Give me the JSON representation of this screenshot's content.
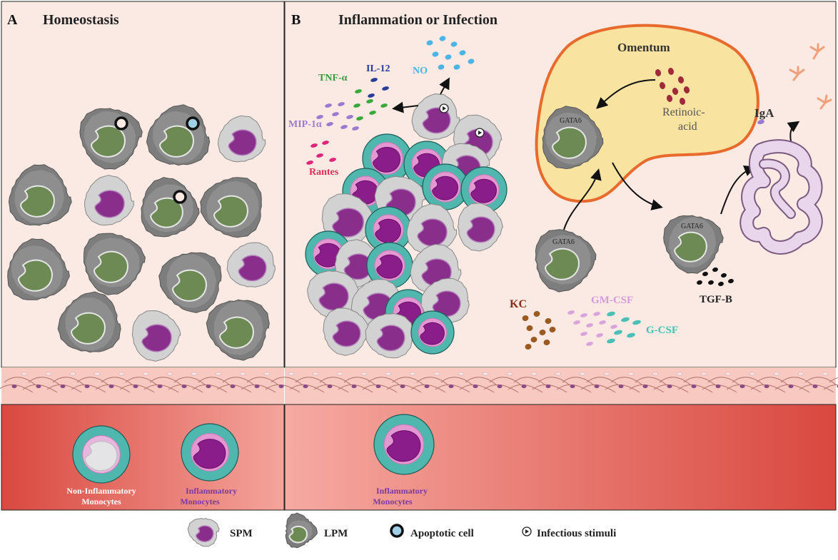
{
  "panels": {
    "a": {
      "letter": "A",
      "title": "Homeostasis"
    },
    "b": {
      "letter": "B",
      "title": "Inflammation or Infection"
    }
  },
  "cytokines": {
    "tnf": "TNF-α",
    "il12": "IL-12",
    "no": "NO",
    "mip": "MIP-1α",
    "rantes": "Rantes",
    "kc": "KC",
    "gmcsf": "GM-CSF",
    "gcsf": "G-CSF",
    "tgfb": "TGF-B",
    "iga": "IgA"
  },
  "omentum": {
    "title": "Omentum",
    "retinoic_line1": "Retinoic-",
    "retinoic_line2": "acid"
  },
  "gata6_label": "GATA6",
  "monocytes": {
    "noninf_line1": "Non-Inflammatory",
    "noninf_line2": "Monocytes",
    "inf_line1": "Inflammatory",
    "inf_line2": "Monocytes"
  },
  "legend": {
    "spm": "SPM",
    "lpm": "LPM",
    "apoptotic": "Apoptotic cell",
    "infectious": "Infectious stimuli"
  },
  "colors": {
    "panel_bg": "#fbeae4",
    "vessel": "#e0524a",
    "lpm_body": "#7d7d7d",
    "lpm_nucleus": "#6d8a55",
    "spm_body": "#d2d2d2",
    "spm_nucleus": "#8a2e8c",
    "monocyte_outer": "#4fb7ad",
    "omentum_fill": "#f8e3a0",
    "omentum_border": "#e86a2d"
  }
}
